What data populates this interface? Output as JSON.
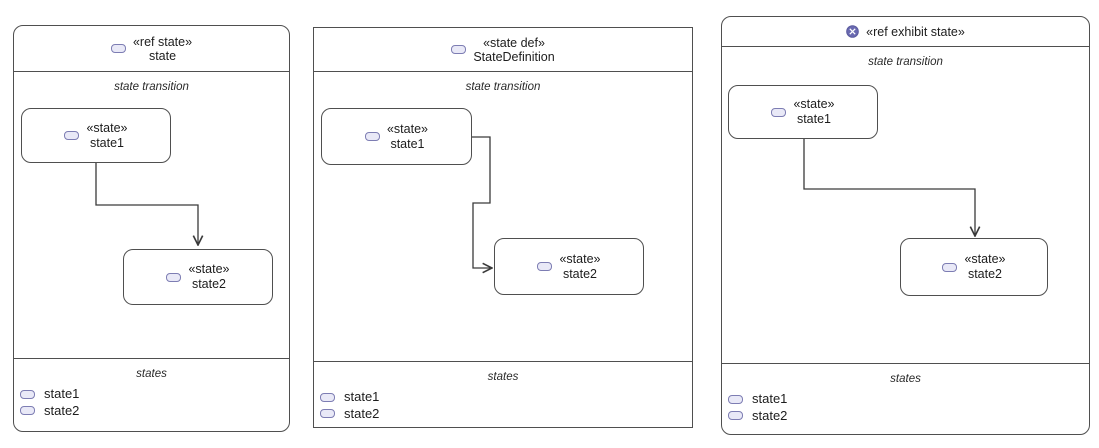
{
  "diagram_type": "SysML v2 state definition / usage frames",
  "colors": {
    "frame_border": "#4f4f4f",
    "connector": "#3a3a3a",
    "state_icon_fill": "#e9e9f7",
    "state_icon_stroke": "#7d7db3",
    "exhibit_icon_fill": "#6a6ab1",
    "exhibit_icon_cross": "#ffffff",
    "text": "#1d1d1d",
    "background": "#ffffff"
  },
  "panels": [
    {
      "header": {
        "keyword": "«ref state»",
        "name": "state",
        "icon": "state-icon"
      },
      "transition_label": "state transition",
      "states_label": "states",
      "nodes": [
        {
          "keyword": "«state»",
          "name": "state1"
        },
        {
          "keyword": "«state»",
          "name": "state2"
        }
      ],
      "state_items": [
        "state1",
        "state2"
      ],
      "edge": {
        "from": "state1",
        "to": "state2",
        "style": "orthogonal-arrow"
      }
    },
    {
      "header": {
        "keyword": "«state def»",
        "name": "StateDefinition",
        "icon": "state-icon"
      },
      "transition_label": "state transition",
      "states_label": "states",
      "nodes": [
        {
          "keyword": "«state»",
          "name": "state1"
        },
        {
          "keyword": "«state»",
          "name": "state2"
        }
      ],
      "state_items": [
        "state1",
        "state2"
      ],
      "edge": {
        "from": "state1",
        "to": "state2",
        "style": "orthogonal-arrow"
      }
    },
    {
      "header": {
        "keyword": "«ref exhibit state»",
        "name": "",
        "icon": "exhibit-state-icon"
      },
      "transition_label": "state transition",
      "states_label": "states",
      "nodes": [
        {
          "keyword": "«state»",
          "name": "state1"
        },
        {
          "keyword": "«state»",
          "name": "state2"
        }
      ],
      "state_items": [
        "state1",
        "state2"
      ],
      "edge": {
        "from": "state1",
        "to": "state2",
        "style": "orthogonal-arrow"
      }
    }
  ]
}
